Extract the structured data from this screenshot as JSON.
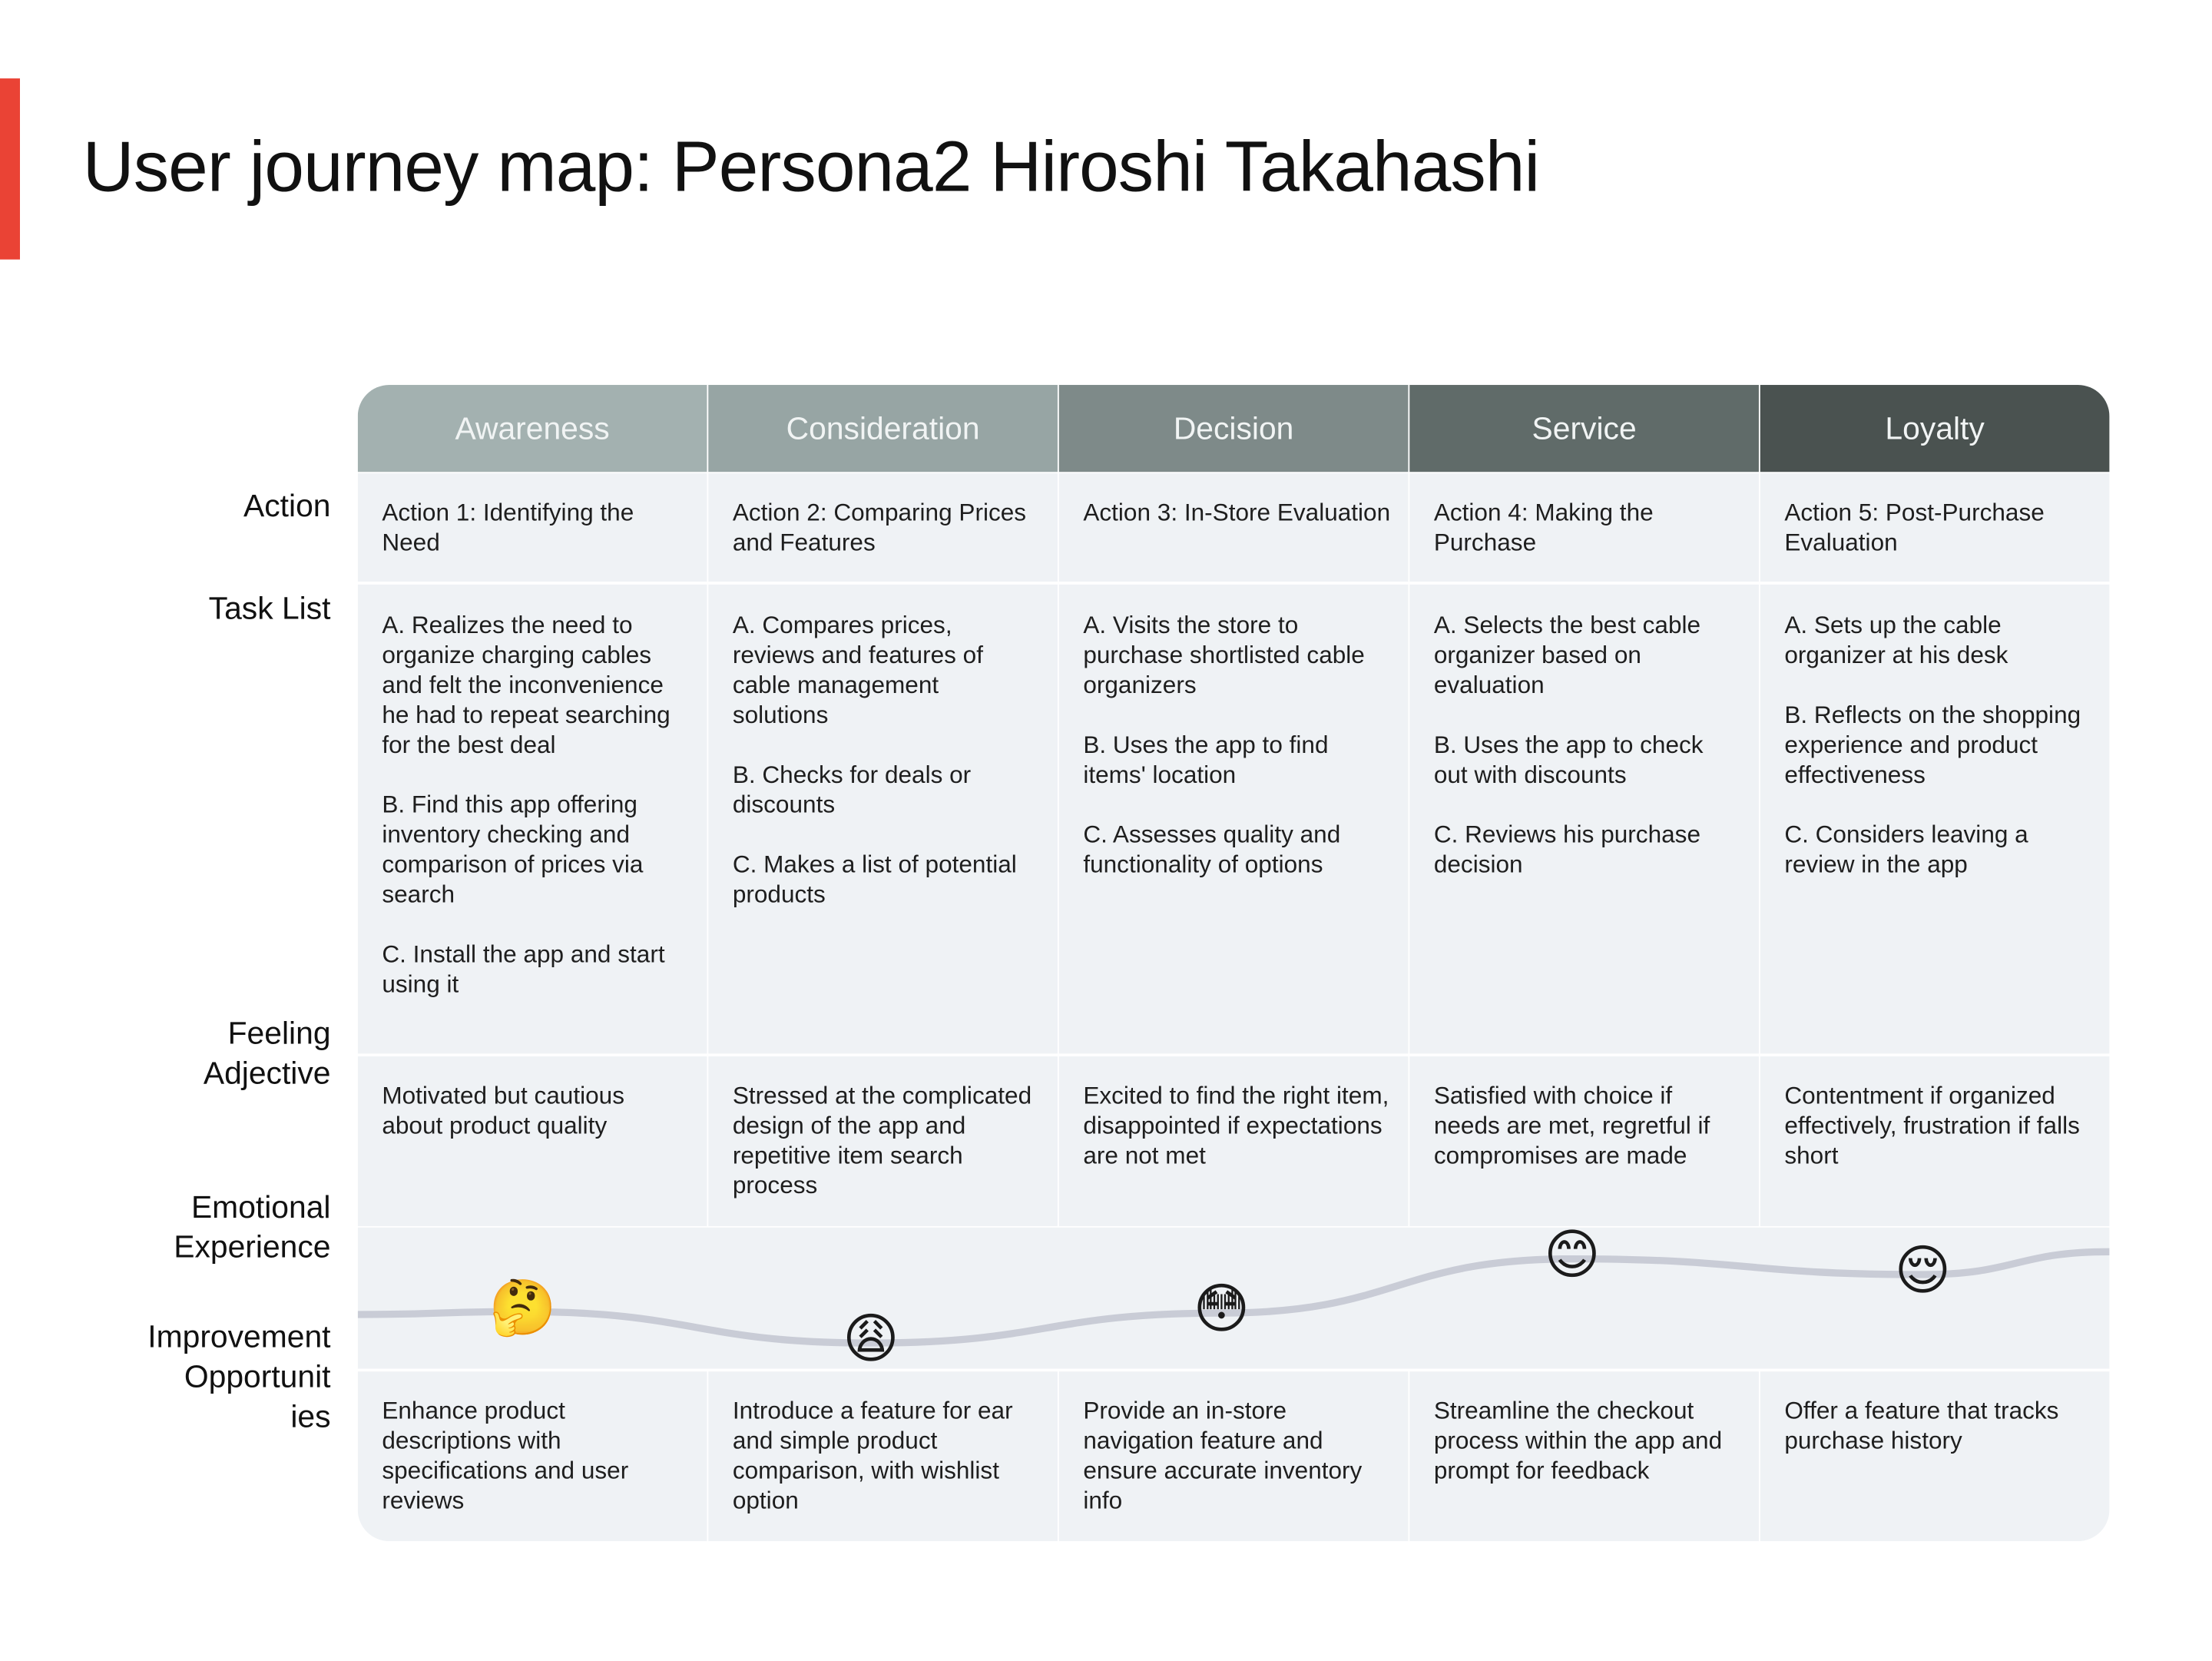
{
  "title": "User journey map: Persona2 Hiroshi Takahashi",
  "colors": {
    "accent": "#EA4335",
    "cell_bg": "#eff2f5",
    "curve": "#c9ccd6"
  },
  "row_labels": {
    "action": "Action",
    "task_list": "Task List",
    "feeling": "Feeling\nAdjective",
    "emotional": "Emotional\nExperience",
    "improvement": "Improvement\nOpportunit\nies"
  },
  "stages": [
    {
      "name": "Awareness",
      "color": "#a3b1b0",
      "action": "Action 1: Identifying the Need",
      "tasks": "A. Realizes the need to organize charging cables and felt the inconvenience he had to repeat searching for the best deal\n\nB. Find this app offering inventory checking and comparison of prices via search\n\nC. Install the app and start using it",
      "feeling": "Motivated but cautious about product quality",
      "emoji": "🤔",
      "emoji_name": "thinking-face-icon",
      "emotion_level": 0.4,
      "improvement": "Enhance product descriptions with specifications and user reviews"
    },
    {
      "name": "Consideration",
      "color": "#97a5a4",
      "action": "Action 2: Comparing Prices and Features",
      "tasks": "A. Compares prices, reviews and features of cable management solutions\n\nB. Checks for deals or discounts\n\nC. Makes a list of potential products",
      "feeling": "Stressed at the complicated design of the app and repetitive item search process",
      "emoji": "😩",
      "emoji_name": "weary-face-icon",
      "emotion_level": 0.18,
      "improvement": "Introduce a feature for ear and simple product comparison, with wishlist option"
    },
    {
      "name": "Decision",
      "color": "#7e8a89",
      "action": "Action 3: In-Store Evaluation",
      "tasks": "A. Visits the store to purchase shortlisted cable organizers\n\nB. Uses the app to find items' location\n\nC. Assesses quality and functionality of options",
      "feeling": "Excited to find the right item, disappointed if expectations are not met",
      "emoji": "😳",
      "emoji_name": "flushed-face-icon",
      "emotion_level": 0.39,
      "improvement": "Provide an in-store navigation feature and ensure accurate inventory info"
    },
    {
      "name": "Service",
      "color": "#606b69",
      "action": "Action 4: Making the Purchase",
      "tasks": "A. Selects the best cable organizer based on evaluation\n\nB. Uses the app to check out with discounts\n\nC. Reviews his purchase decision",
      "feeling": "Satisfied with choice if needs are met, regretful if compromises are made",
      "emoji": "😊",
      "emoji_name": "smiling-face-icon",
      "emotion_level": 0.77,
      "improvement": "Streamline the checkout process within the app and prompt for feedback"
    },
    {
      "name": "Loyalty",
      "color": "#4a5250",
      "action": "Action 5: Post-Purchase Evaluation",
      "tasks": "A. Sets up the cable organizer at his desk\n\nB. Reflects on the shopping experience and product effectiveness\n\nC. Considers leaving a review in the app",
      "feeling": "Contentment if organized effectively, frustration if falls short",
      "emoji": "😌",
      "emoji_name": "relieved-face-icon",
      "emotion_level": 0.66,
      "improvement": "Offer a feature that tracks purchase history"
    }
  ],
  "curve_ends": {
    "start_level": 0.38,
    "end_level": 0.82
  }
}
